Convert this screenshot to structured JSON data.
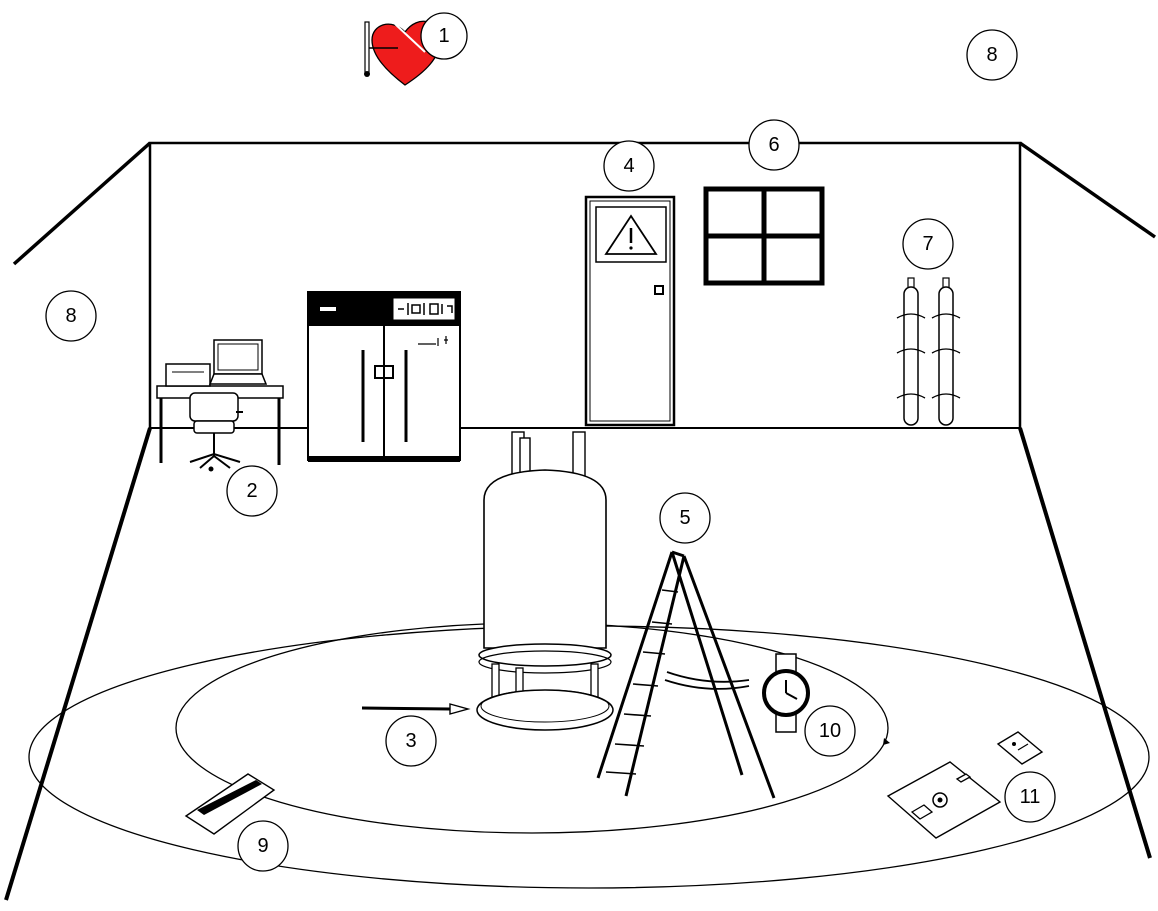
{
  "scene": {
    "callouts": [
      {
        "id": "c1",
        "label": "1"
      },
      {
        "id": "c2",
        "label": "2"
      },
      {
        "id": "c3",
        "label": "3"
      },
      {
        "id": "c4",
        "label": "4"
      },
      {
        "id": "c5",
        "label": "5"
      },
      {
        "id": "c6",
        "label": "6"
      },
      {
        "id": "c7",
        "label": "7"
      },
      {
        "id": "c8a",
        "label": "8"
      },
      {
        "id": "c8b",
        "label": "8"
      },
      {
        "id": "c9",
        "label": "9"
      },
      {
        "id": "c10",
        "label": "10"
      },
      {
        "id": "c11",
        "label": "11"
      }
    ],
    "colors": {
      "line": "#000000",
      "heart": "#ee1c1c",
      "background": "#ffffff"
    }
  }
}
